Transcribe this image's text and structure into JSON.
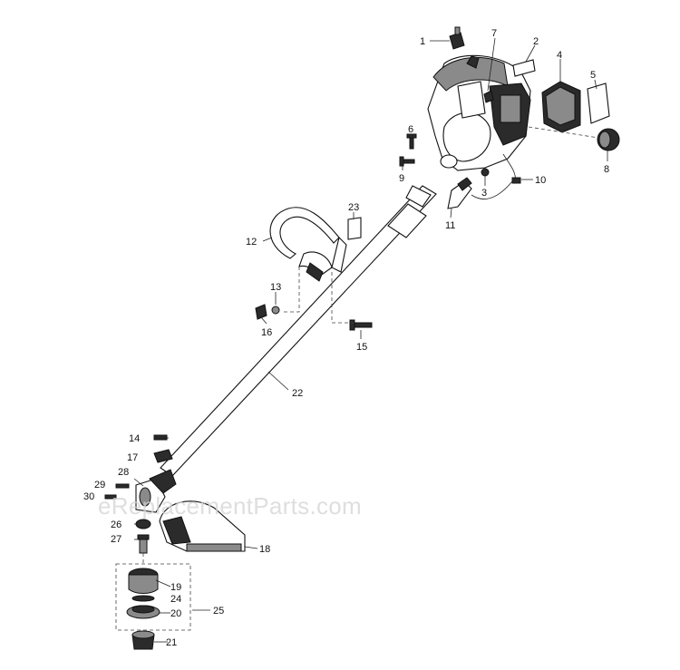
{
  "watermark": "eReplacementParts.com",
  "callouts": [
    {
      "id": "c1",
      "text": "1"
    },
    {
      "id": "c2",
      "text": "2"
    },
    {
      "id": "c3",
      "text": "3"
    },
    {
      "id": "c4",
      "text": "4"
    },
    {
      "id": "c5",
      "text": "5"
    },
    {
      "id": "c6",
      "text": "6"
    },
    {
      "id": "c7",
      "text": "7"
    },
    {
      "id": "c8",
      "text": "8"
    },
    {
      "id": "c9",
      "text": "9"
    },
    {
      "id": "c10",
      "text": "10"
    },
    {
      "id": "c11",
      "text": "11"
    },
    {
      "id": "c12",
      "text": "12"
    },
    {
      "id": "c13",
      "text": "13"
    },
    {
      "id": "c14",
      "text": "14"
    },
    {
      "id": "c15",
      "text": "15"
    },
    {
      "id": "c16",
      "text": "16"
    },
    {
      "id": "c17",
      "text": "17"
    },
    {
      "id": "c18",
      "text": "18"
    },
    {
      "id": "c19",
      "text": "19"
    },
    {
      "id": "c20",
      "text": "20"
    },
    {
      "id": "c21",
      "text": "21"
    },
    {
      "id": "c22",
      "text": "22"
    },
    {
      "id": "c23",
      "text": "23"
    },
    {
      "id": "c24",
      "text": "24"
    },
    {
      "id": "c25",
      "text": "25"
    },
    {
      "id": "c26",
      "text": "26"
    },
    {
      "id": "c27",
      "text": "27"
    },
    {
      "id": "c28",
      "text": "28"
    },
    {
      "id": "c29",
      "text": "29"
    },
    {
      "id": "c30",
      "text": "30"
    }
  ]
}
